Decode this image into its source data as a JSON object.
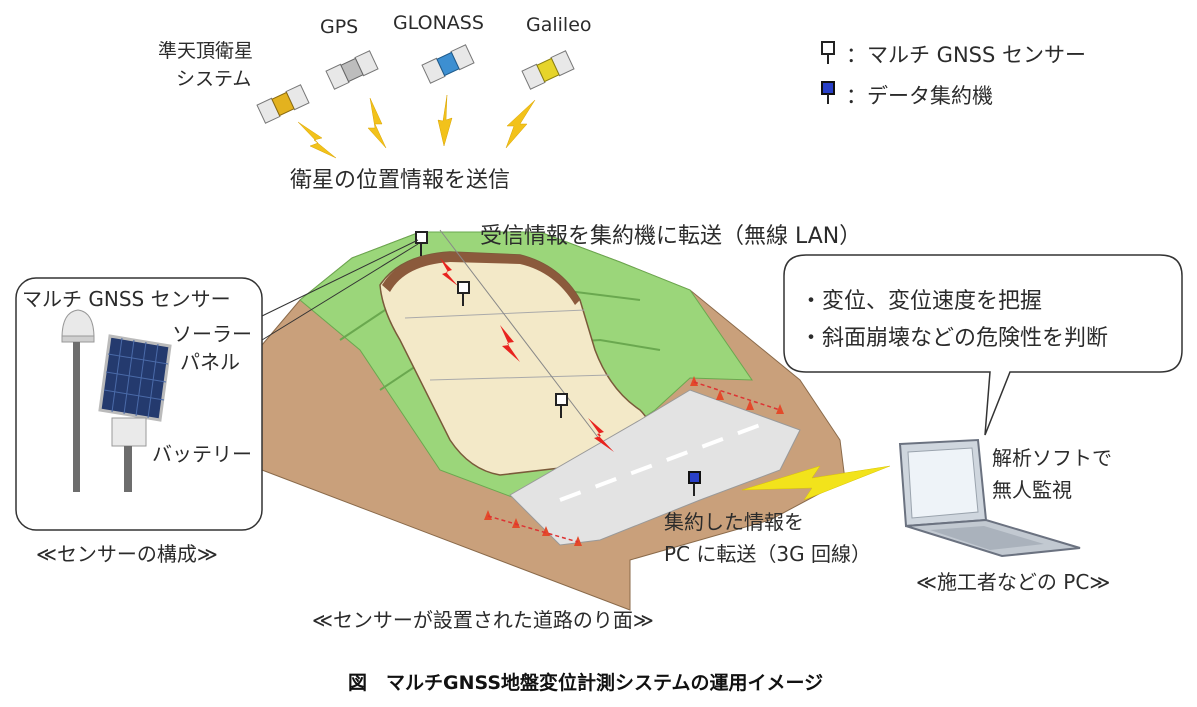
{
  "satellites": {
    "qzss_line1": "準天頂衛星",
    "qzss_line2": "システム",
    "gps": "GPS",
    "glonass": "GLONASS",
    "galileo": "Galileo"
  },
  "transmit_label": "衛星の位置情報を送信",
  "legend": {
    "sensor": "：マルチ GNSS センサー",
    "aggregator": "：データ集約機"
  },
  "wireless_label": "受信情報を集約機に転送（無線 LAN）",
  "sensor_box": {
    "title": "マルチ GNSS センサー",
    "solar_line1": "ソーラー",
    "solar_line2": "パネル",
    "battery": "バッテリー",
    "caption": "≪センサーの構成≫"
  },
  "analysis_bubble": {
    "line1": "・変位、変位速度を把握",
    "line2": "・斜面崩壊などの危険性を判断"
  },
  "pc": {
    "software_line1": "解析ソフトで",
    "software_line2": "無人監視",
    "caption": "≪施工者などの PC≫"
  },
  "transfer_label": {
    "line1": "集約した情報を",
    "line2": "PC に転送（3G 回線）"
  },
  "slope_caption": "≪センサーが設置された道路のり面≫",
  "figure_caption": "図　マルチGNSS地盤変位計測システムの運用イメージ"
}
